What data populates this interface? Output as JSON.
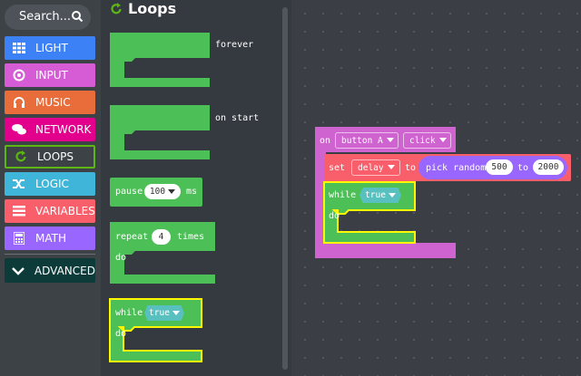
{
  "search": {
    "placeholder": "Search..."
  },
  "categories": [
    {
      "label": "LIGHT",
      "color": "#3c82f6",
      "icon": "grid-icon"
    },
    {
      "label": "INPUT",
      "color": "#d65cd6",
      "icon": "target-icon"
    },
    {
      "label": "MUSIC",
      "color": "#e96d3b",
      "icon": "headphones-icon"
    },
    {
      "label": "NETWORK",
      "color": "#e3008c",
      "icon": "chat-icon"
    },
    {
      "label": "LOOPS",
      "color": "#4cbf56",
      "icon": "refresh-icon",
      "selected": true
    },
    {
      "label": "LOGIC",
      "color": "#3fb6d9",
      "icon": "shuffle-icon"
    },
    {
      "label": "VARIABLES",
      "color": "#f95f6a",
      "icon": "list-icon"
    },
    {
      "label": "MATH",
      "color": "#9966ff",
      "icon": "calculator-icon"
    },
    {
      "label": "ADVANCED",
      "color": "#0c3b3a",
      "icon": "chevron-down-icon"
    }
  ],
  "flyout": {
    "title": "Loops",
    "blocks": {
      "forever": "forever",
      "on_start": "on start",
      "pause": {
        "label": "pause",
        "value": "100",
        "unit": "ms"
      },
      "repeat": {
        "label": "repeat",
        "value": "4",
        "suffix": "times",
        "do": "do"
      },
      "while": {
        "label": "while",
        "cond": "true",
        "do": "do"
      }
    }
  },
  "workspace": {
    "event": {
      "on": "on",
      "button": "button A",
      "action": "click"
    },
    "set": {
      "label": "set",
      "var": "delay",
      "to": "to",
      "random": "pick random",
      "from": "500",
      "to2": "to",
      "max": "2000"
    },
    "while": {
      "label": "while",
      "cond": "true",
      "do": "do"
    }
  }
}
